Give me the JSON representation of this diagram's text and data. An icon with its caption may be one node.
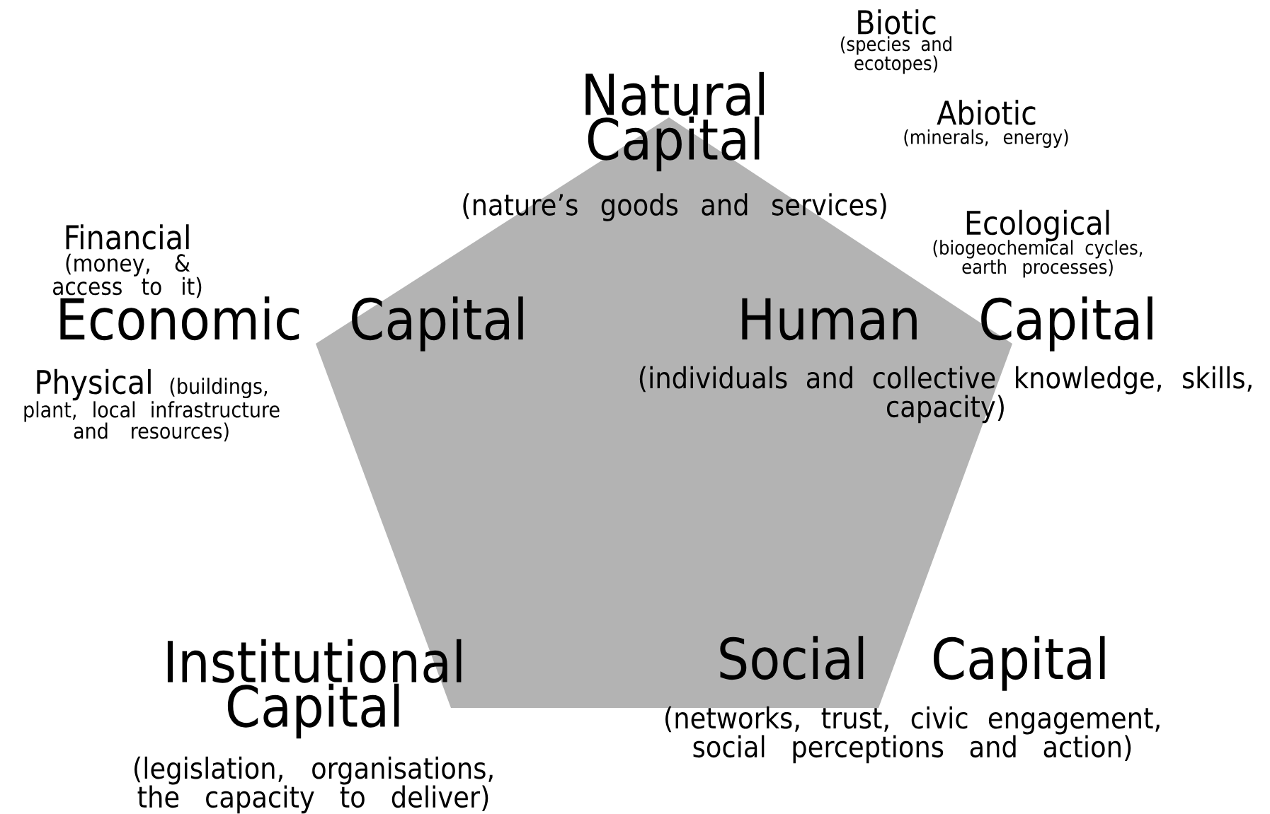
{
  "diagram": {
    "labels": [
      "Biotic",
      "(species and ecotopes)",
      "Natural Capital",
      "Abiotic",
      "(minerals, energy)",
      "(nature’s goods and services)",
      "Ecological",
      "(biogeochemical cycles, earth processes)",
      "Financial",
      "(money, & access to it)",
      "Economic Capital",
      "Human Capital",
      "Physical",
      "(buildings, plant, local infrastructure and resources)",
      "(individuals and collective knowledge, skills, capacity)",
      "Institutional Capital",
      "Social Capital",
      "(networks, trust, civic engagement, social perceptions and action)",
      "(legislation, organisations, the capacity to deliver)"
    ]
  }
}
